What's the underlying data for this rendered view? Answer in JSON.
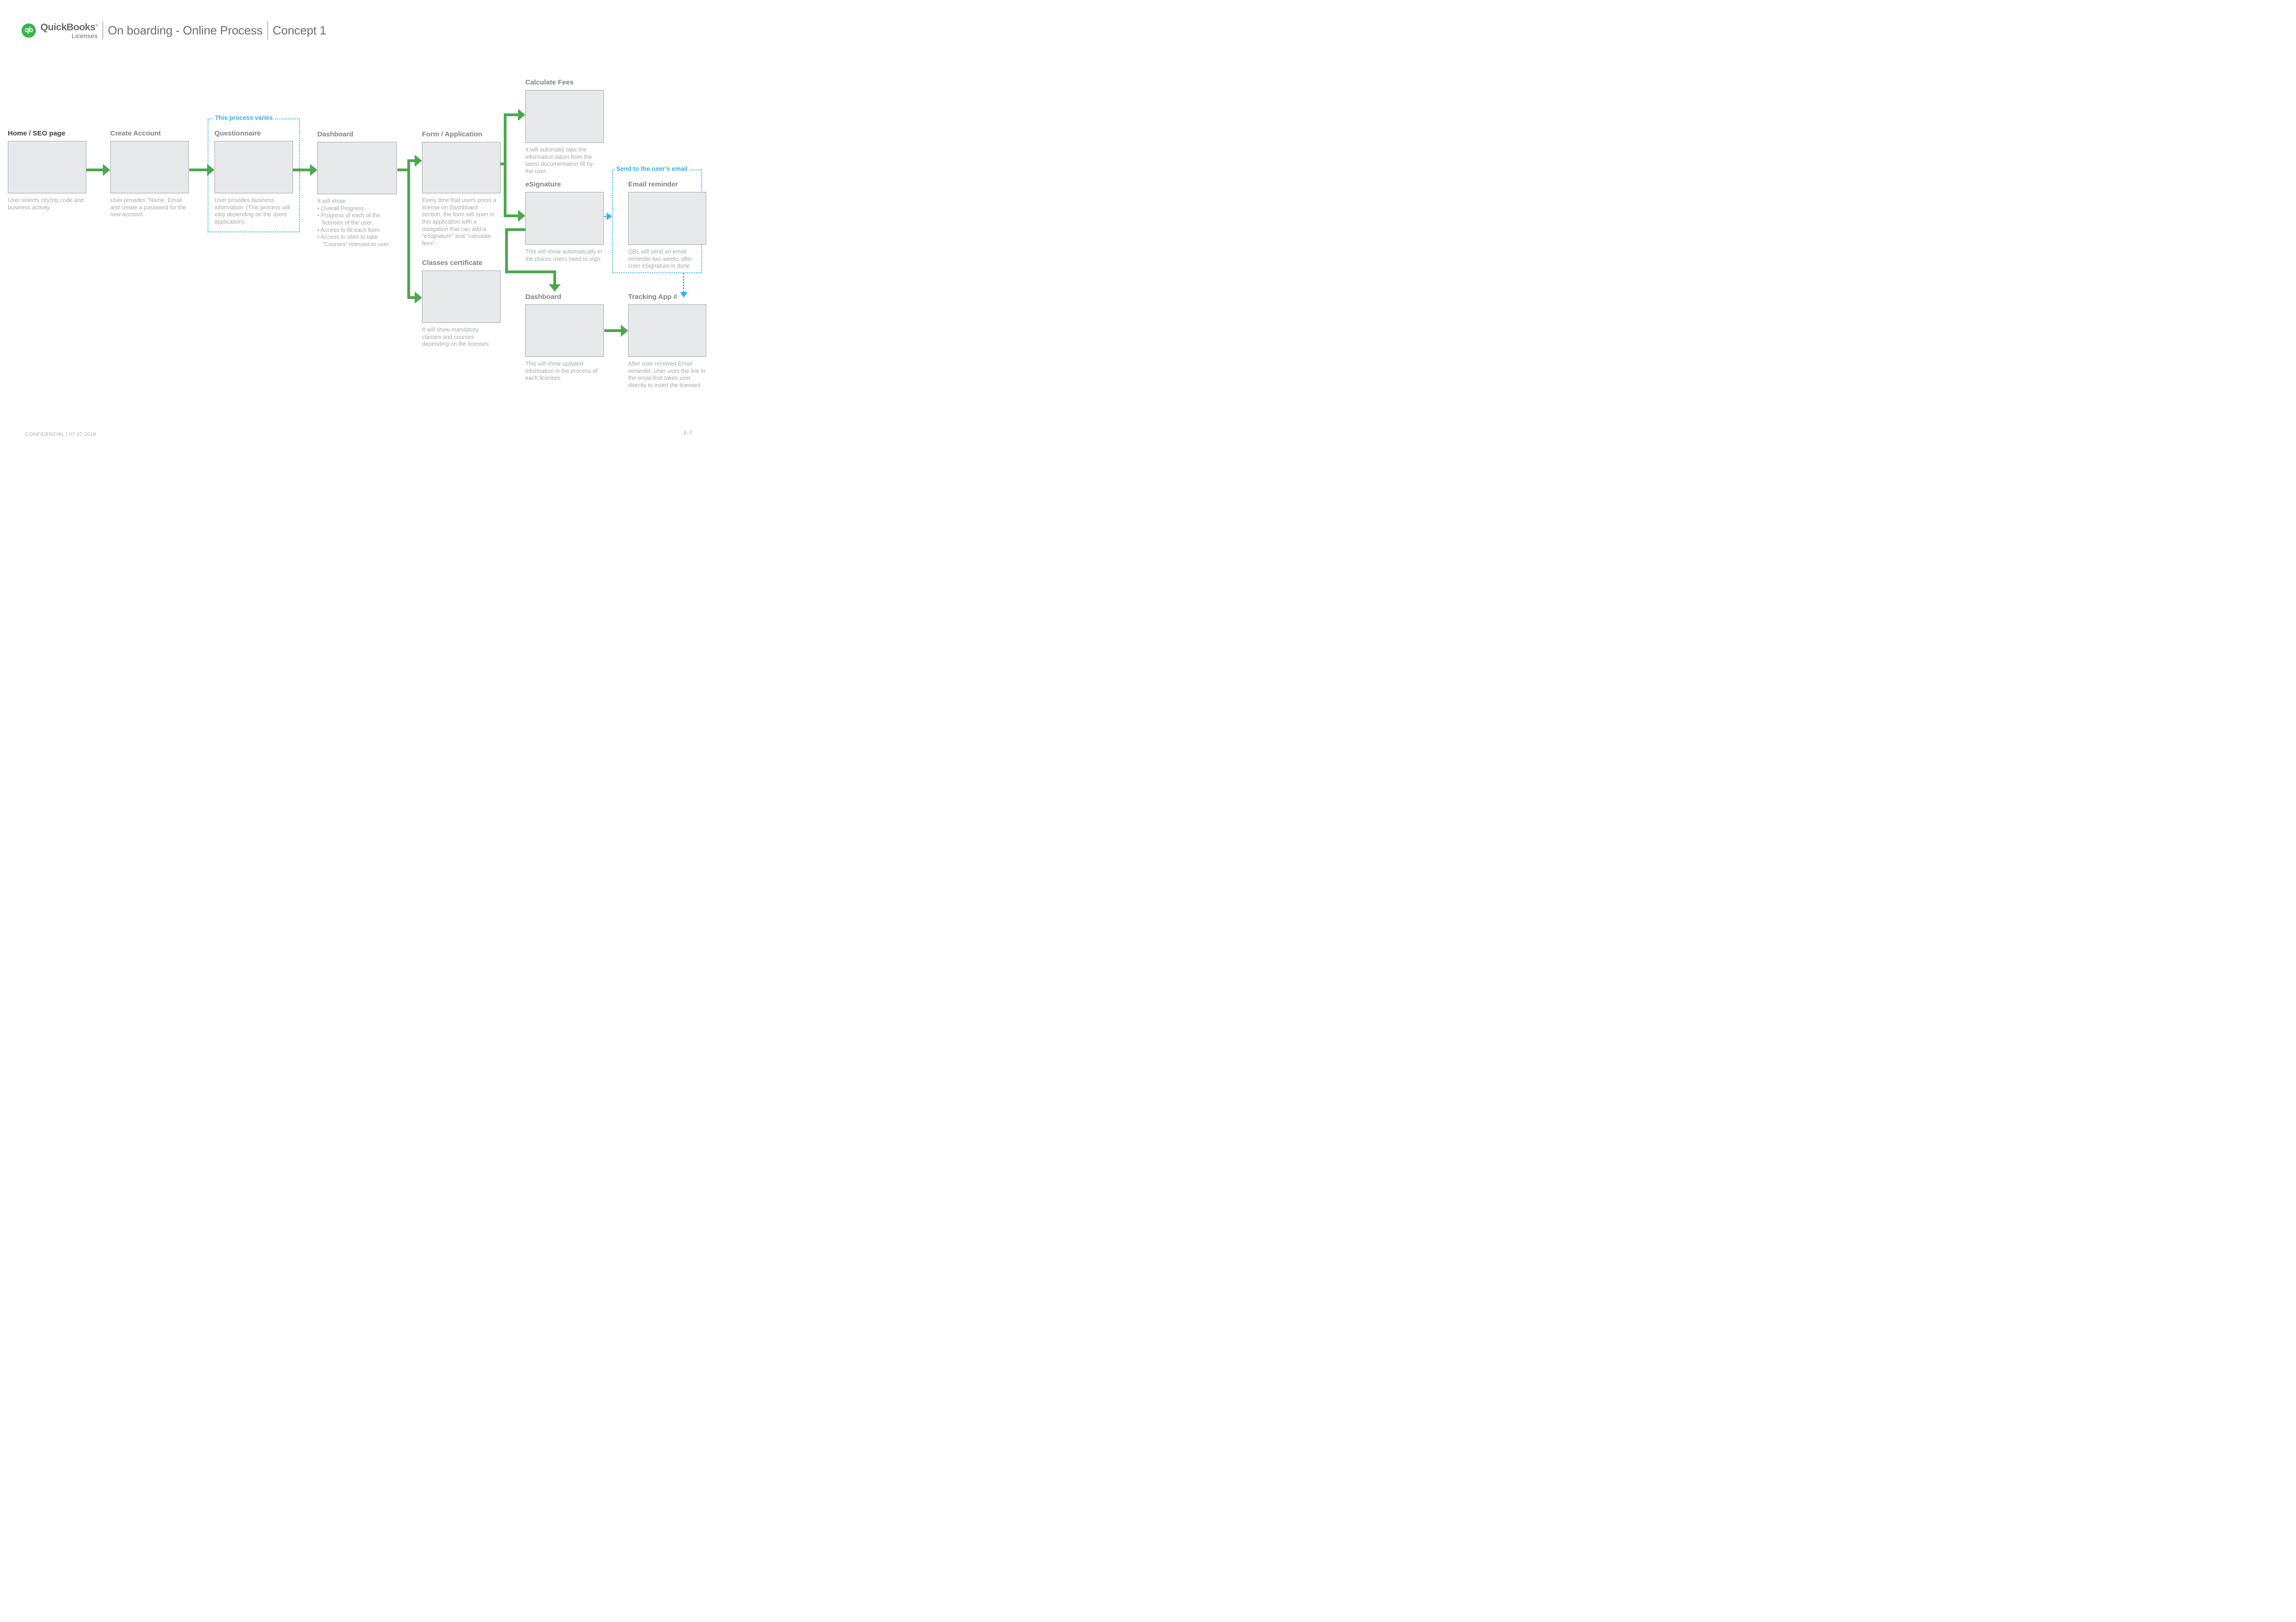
{
  "header": {
    "brand": "QuickBooks",
    "registered": "®",
    "brand_sub": "Licenses",
    "monogram": "qb",
    "title": "On boarding - Online Process",
    "concept": "Concept 1"
  },
  "nodes": {
    "home": {
      "heading": "Home / SEO page",
      "caption": "User selects city/zip code and business activity."
    },
    "create_account": {
      "heading": "Create Account",
      "caption": "User provides “Name, Email and create a password for the new account."
    },
    "questionnaire": {
      "container_label": "This process varies",
      "heading": "Questionnaire",
      "caption": "User provides business information. (This process will vary depending on the users application)."
    },
    "dashboard": {
      "heading": "Dashboard",
      "caption_intro": "It will show:",
      "bullets": [
        "• Overall Progress.",
        "• Progress of each of the licenses of the user.",
        "• Access to fill each form.",
        "• Access to sites to take “Courses” relevant to user."
      ]
    },
    "form_application": {
      "heading": "Form / Application",
      "caption": "Every time that users press a license on Dashboard section, the form will open in this application with a navigation that can add a “eSignature” and “calculate fees”."
    },
    "classes_certificate": {
      "heading": "Classes certificate",
      "caption": "It will show mandatory classes and courses depending on the licenses."
    },
    "calculate_fees": {
      "heading": "Calculate Fees",
      "caption": "It will automatic take the information taken from the latest documentation fill by the user."
    },
    "esignature": {
      "heading": "eSignature",
      "caption": "This will show automatically in the places users need to sign."
    },
    "email_reminder": {
      "container_label": "Send to the user’s email",
      "heading": "Email reminder",
      "caption": "QBL will send an email reminder two weeks after User eSignature is done"
    },
    "dashboard_2": {
      "heading": "Dashboard",
      "caption": "This will show updated information in the process of each licenses."
    },
    "tracking_app": {
      "heading": "Tracking App #",
      "caption": "After user received Email reminder, User uses the link in the email that takes user directly to insert the license#."
    }
  },
  "footer": {
    "confidential": "CONFIDENTIAL | 07.07.2014",
    "page": "p. 2"
  },
  "colors": {
    "connector_green": "#4aa84e",
    "logo_green": "#3cb34a",
    "annotation_blue": "#2fb3e8",
    "box_fill": "#e8e9eb",
    "box_border": "#9fa1a4",
    "heading_gray": "#818386",
    "heading_dark": "#3e3f41",
    "caption_gray": "#a7a9ac",
    "title_gray": "#6d6e71"
  }
}
